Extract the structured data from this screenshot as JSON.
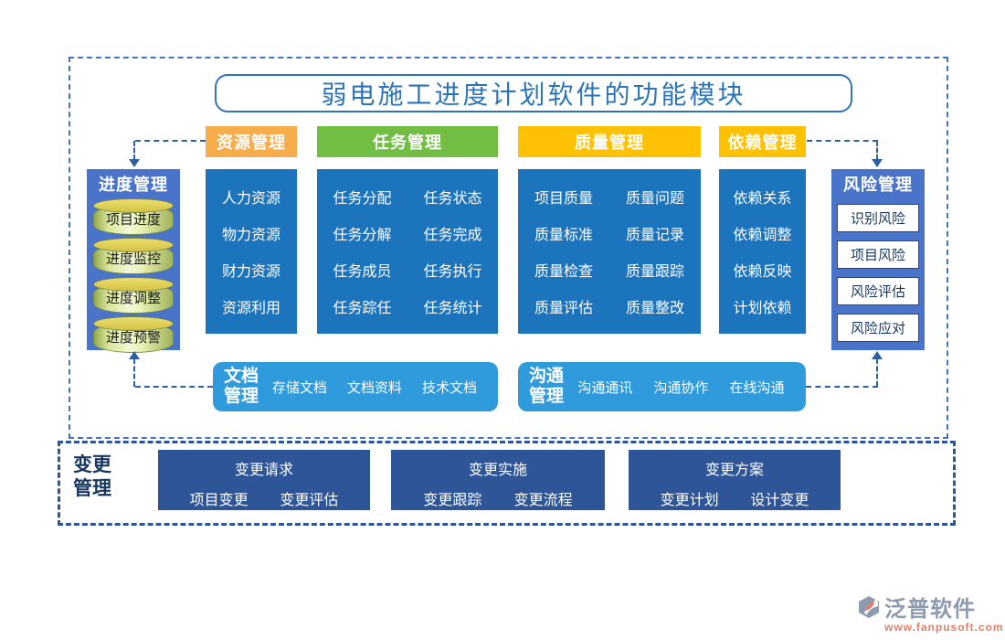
{
  "title": "弱电施工进度计划软件的功能模块",
  "colors": {
    "accent_blue": "#2E75B6",
    "module_blue": "#1B74BC",
    "pillar_blue": "#4A74C9",
    "bar_blue": "#2F9BDC",
    "change_navy": "#2E5597",
    "header_orange": "#F8AD4D",
    "header_green": "#72BE45",
    "header_gold": "#FFC103",
    "logo_gray": "#8C9BB0",
    "logo_orange": "#E0806A"
  },
  "progress": {
    "title": "进度管理",
    "items": [
      "项目进度",
      "进度监控",
      "进度调整",
      "进度预警"
    ]
  },
  "risk": {
    "title": "风险管理",
    "items": [
      "识别风险",
      "项目风险",
      "风险评估",
      "风险应对"
    ]
  },
  "modules": [
    {
      "title": "资源管理",
      "items": [
        "人力资源",
        "物力资源",
        "财力资源",
        "资源利用"
      ]
    },
    {
      "title": "任务管理",
      "items": [
        "任务分配",
        "任务状态",
        "任务分解",
        "任务完成",
        "任务成员",
        "任务执行",
        "任务踪任",
        "任务统计"
      ]
    },
    {
      "title": "质量管理",
      "items": [
        "项目质量",
        "质量问题",
        "质量标准",
        "质量记录",
        "质量检查",
        "质量跟踪",
        "质量评估",
        "质量整改"
      ]
    },
    {
      "title": "依赖管理",
      "items": [
        "依赖关系",
        "依赖调整",
        "依赖反映",
        "计划依赖"
      ]
    }
  ],
  "document": {
    "title": "文档管理",
    "items": [
      "存储文档",
      "文档资料",
      "技术文档"
    ]
  },
  "communication": {
    "title": "沟通管理",
    "items": [
      "沟通通讯",
      "沟通协作",
      "在线沟通"
    ]
  },
  "change": {
    "label": "变更管理",
    "groups": [
      {
        "title": "变更请求",
        "items": [
          "项目变更",
          "变更评估"
        ]
      },
      {
        "title": "变更实施",
        "items": [
          "变更跟踪",
          "变更流程"
        ]
      },
      {
        "title": "变更方案",
        "items": [
          "变更计划",
          "设计变更"
        ]
      }
    ]
  },
  "logo": {
    "name": "泛普软件",
    "url": "www.fanpusoft.com"
  }
}
